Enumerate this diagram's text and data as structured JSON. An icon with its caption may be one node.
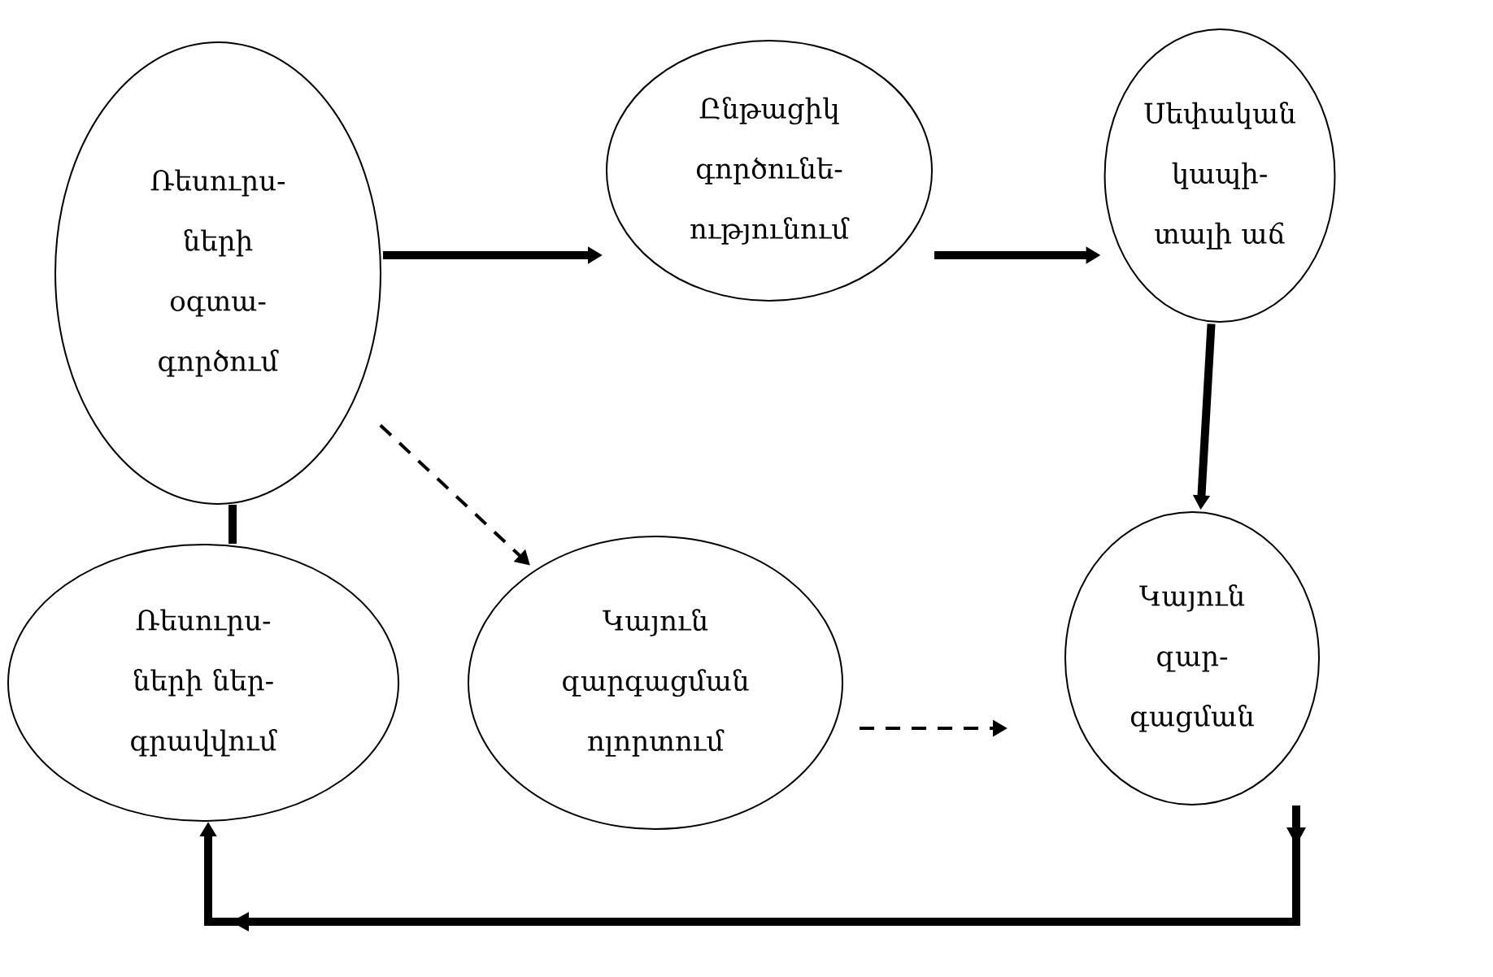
{
  "diagram": {
    "nodes": [
      {
        "text": [
          "Ռեսուրս- ների օգտա- գործում"
        ]
      },
      {
        "text": [
          "Ընթացիկ գործունե- ությունում"
        ]
      },
      {
        "text": [
          "Սեփական կապի- տալի աճ"
        ]
      },
      {
        "text": [
          "Ռեսուրս- ների ներ- գրավվում"
        ]
      },
      {
        "text": [
          "Կայուն զարգացման ոլորտում"
        ]
      },
      {
        "text": [
          "Կայուն զար- գացման"
        ]
      }
    ],
    "edges": [
      {
        "from": 0,
        "to": 1,
        "arrow": "to"
      },
      {
        "from": 1,
        "to": 2,
        "arrow": "to"
      },
      {
        "from": 2,
        "to": 5,
        "arrow": "to"
      },
      {
        "from": 0,
        "to": 4,
        "arrow": "to",
        "style": "dashed"
      },
      {
        "from": 4,
        "to": 5,
        "arrow": "to",
        "style": "dashed"
      },
      {
        "from": 5,
        "to": 3,
        "arrow": "to"
      },
      {
        "from": 0,
        "to": 3,
        "arrow": "none"
      }
    ]
  }
}
